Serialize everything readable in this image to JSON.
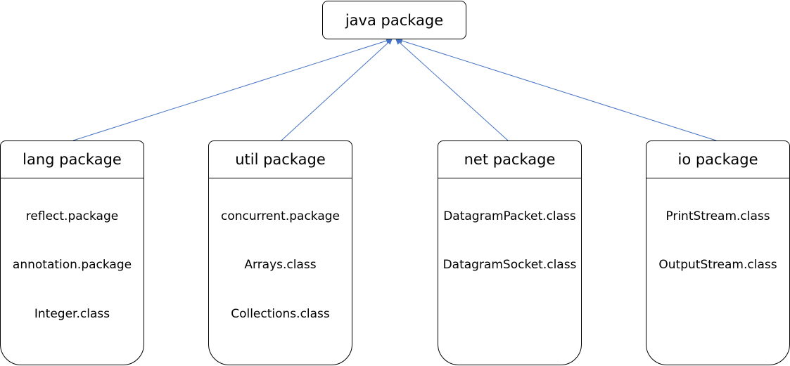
{
  "root": {
    "label": "java package"
  },
  "packages": [
    {
      "label": "lang package",
      "items": [
        "reflect.package",
        "annotation.package",
        "Integer.class"
      ]
    },
    {
      "label": "util package",
      "items": [
        "concurrent.package",
        "Arrays.class",
        "Collections.class"
      ]
    },
    {
      "label": "net package",
      "items": [
        "DatagramPacket.class",
        "DatagramSocket.class"
      ]
    },
    {
      "label": "io package",
      "items": [
        "PrintStream.class",
        "OutputStream.class"
      ]
    }
  ],
  "colors": {
    "connector": "#4472c4",
    "border": "#000000",
    "background": "#ffffff"
  }
}
